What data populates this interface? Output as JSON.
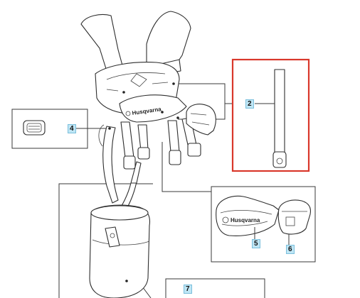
{
  "callouts": {
    "c2": "2",
    "c4": "4",
    "c5": "5",
    "c6": "6",
    "c7": "7"
  },
  "logos": {
    "main_brand": "Husqvarna",
    "detail_brand": "Husqvarna"
  },
  "colors": {
    "highlight_frame": "#d9382b",
    "callout_bg": "#bfe6f5",
    "line": "#3a3a3a"
  }
}
